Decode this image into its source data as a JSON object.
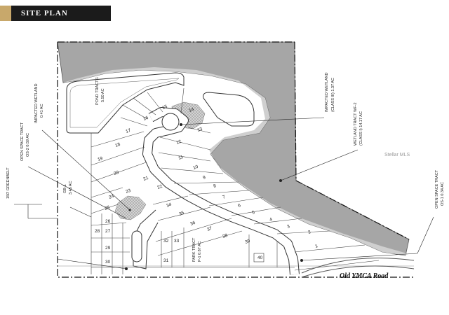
{
  "header": {
    "title": "SITE PLAN",
    "accent_color": "#c8a86b",
    "bar_color": "#1b1b1b"
  },
  "labels": {
    "pond_tract": [
      "POND TRACT 1",
      "5.50 AC"
    ],
    "impacted_wetland_left": [
      "IMPACTED WETLAND",
      "0.41 AC"
    ],
    "impacted_wetland_top": [
      "IMPACTED WETLAND",
      "(CLASS III) 1.37 AC"
    ],
    "wetland_tract": [
      "WETLAND TRACT WF-2",
      "(CLASS I) 14.17 AC"
    ],
    "open_space_left": [
      "OPEN SPACE TRACT",
      "OS-2 0.59 AC"
    ],
    "open_space_right": [
      "OPEN SPACE TRACT",
      "OS-1 0.34 AC"
    ],
    "greenbelt": "150' GREENBELT",
    "gb": [
      "GB-1",
      "3.45 AC"
    ],
    "park_tract": [
      "PARK TRACT",
      "P-1 0.87 AC"
    ],
    "road": "Old YMCA Road",
    "watermark": "Stellar MLS"
  },
  "lots": [
    "1",
    "2",
    "3",
    "4",
    "5",
    "6",
    "7",
    "8",
    "9",
    "10",
    "11",
    "12",
    "13",
    "14",
    "15",
    "16",
    "17",
    "18",
    "19",
    "20",
    "21",
    "22",
    "23",
    "24",
    "25",
    "26",
    "27",
    "28",
    "29",
    "30",
    "31",
    "32",
    "33",
    "34",
    "35",
    "36",
    "37",
    "38",
    "39",
    "40"
  ],
  "colors": {
    "wetland_fill": "#a6a6a6",
    "hatch": "#b9b9b9"
  }
}
